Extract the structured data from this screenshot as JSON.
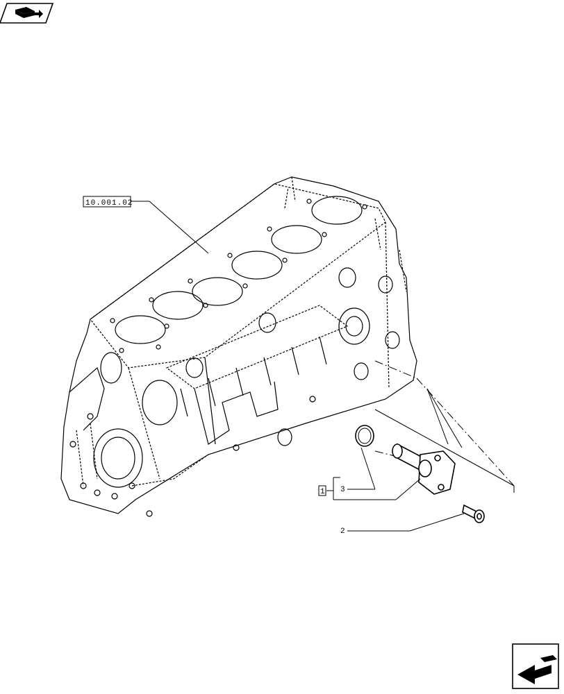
{
  "header": {
    "icon": "book-arrow-icon"
  },
  "footer": {
    "icon": "next-page-arrow-icon"
  },
  "diagram": {
    "reference_label": "10.001.02",
    "callouts": {
      "group_marker": "1",
      "item_3": "3",
      "item_2": "2"
    }
  }
}
